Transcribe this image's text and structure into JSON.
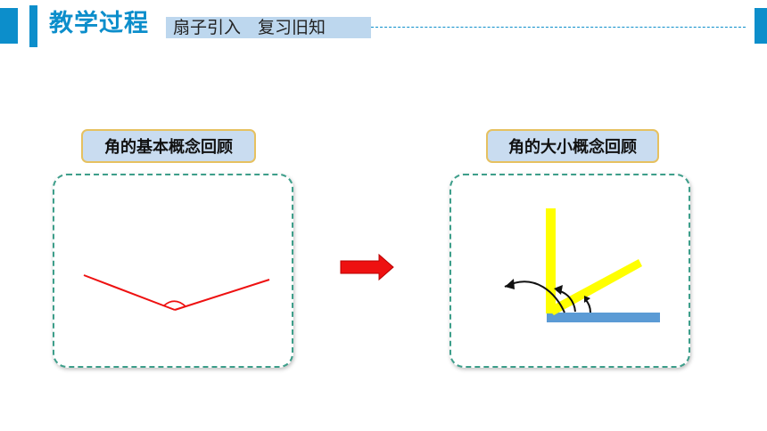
{
  "header": {
    "title": "教学过程",
    "subtitle": "扇子引入　复习旧知"
  },
  "left_panel": {
    "label": "角的基本概念回顾"
  },
  "right_panel": {
    "label": "角的大小概念回顾"
  },
  "colors": {
    "accent_blue": "#0c8ecb",
    "subtitle_bg": "#bdd7ee",
    "label_bg": "#c9dcf0",
    "label_border": "#e6c160",
    "panel_border": "#3d9e8a",
    "angle_line": "#ee1111",
    "arrow_red": "#ee1111",
    "rod_yellow": "#ffff00",
    "base_blue": "#5b9bd5"
  }
}
